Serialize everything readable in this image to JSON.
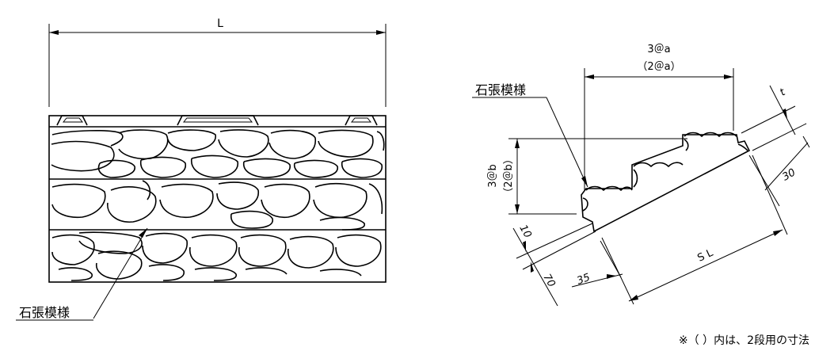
{
  "diagram": {
    "front_view": {
      "length_label": "L",
      "pattern_label": "石張模様"
    },
    "section_view": {
      "pattern_label": "石張模様",
      "step_width_label": "3＠a",
      "step_width_label_alt": "（2＠a）",
      "step_height_label": "3＠b",
      "step_height_label_alt": "（2＠b）",
      "thickness_label": "t",
      "dim_30": "30",
      "dim_10": "10",
      "dim_70": "70",
      "dim_35": "35",
      "slope_length_label": "S L"
    },
    "note": "※（ ）内は、2段用の寸法"
  }
}
